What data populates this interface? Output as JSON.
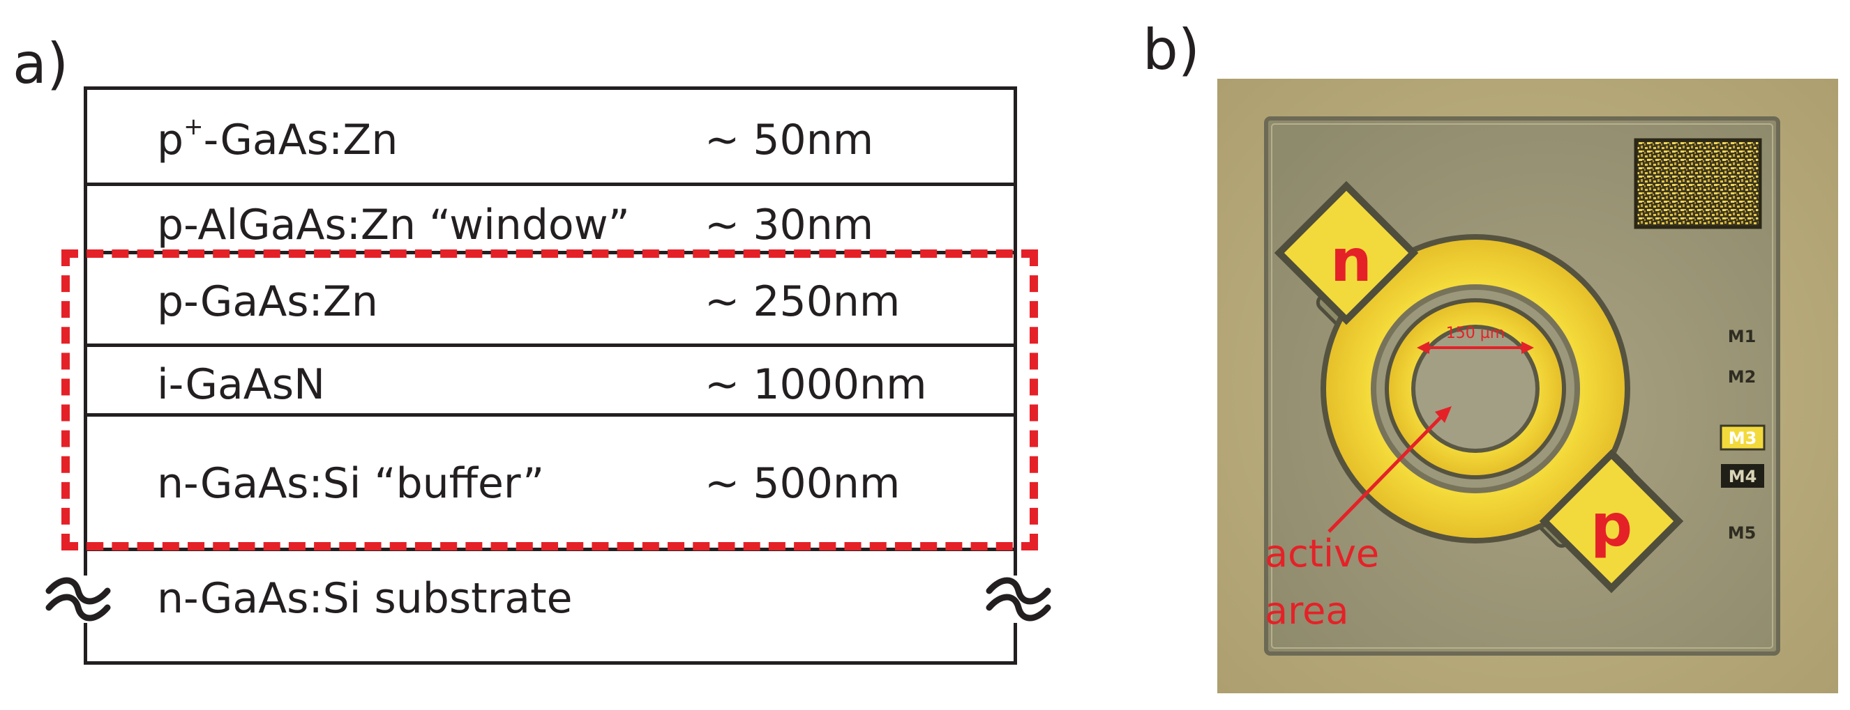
{
  "panels": {
    "a": {
      "label": "a)"
    },
    "b": {
      "label": "b)"
    }
  },
  "layers": [
    {
      "name_main": "p",
      "name_sup": "+",
      "name_rest": "-GaAs:Zn",
      "thickness": "~ 50nm"
    },
    {
      "name": "p-AlGaAs:Zn “window”",
      "thickness": "~ 30nm"
    },
    {
      "name": "p-GaAs:Zn",
      "thickness": "~ 250nm"
    },
    {
      "name": "i-GaAsN",
      "thickness": "~ 1000nm"
    },
    {
      "name": "n-GaAs:Si “buffer”",
      "thickness": "~ 500nm"
    },
    {
      "name": "n-GaAs:Si substrate",
      "thickness": ""
    }
  ],
  "device": {
    "n_contact": "n",
    "p_contact": "p",
    "dimension": "150 µm",
    "active_label_line1": "active",
    "active_label_line2": "area",
    "markers": [
      "M1",
      "M2",
      "M3",
      "M4",
      "M5"
    ]
  },
  "colors": {
    "outline": "#231f20",
    "highlight": "#e52128",
    "metal": "#f2d63a",
    "substrate": "#b4a677"
  }
}
